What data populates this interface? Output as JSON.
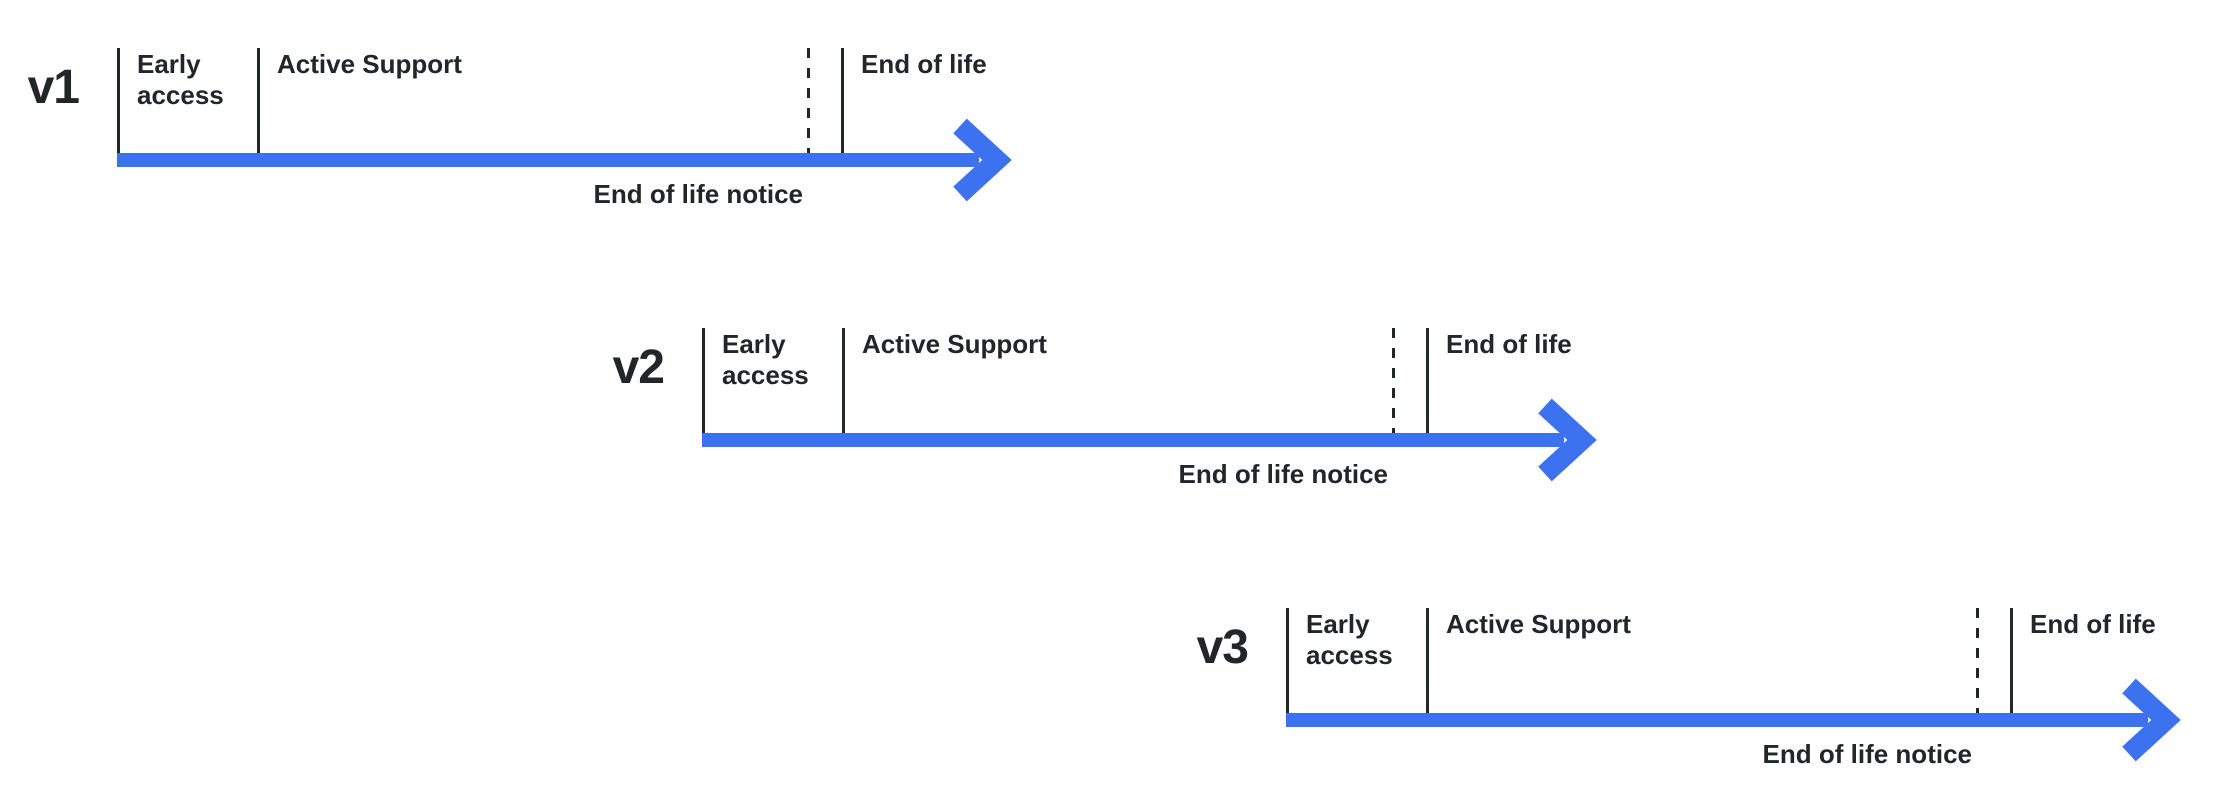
{
  "colors": {
    "arrow_blue": "#3C72F0",
    "ink": "#222529",
    "background": "#FFFFFF"
  },
  "timelines": [
    {
      "version": "v1",
      "early": "Early access",
      "active": "Active Support",
      "eol": "End of life",
      "notice": "End of life notice"
    },
    {
      "version": "v2",
      "early": "Early access",
      "active": "Active Support",
      "eol": "End of life",
      "notice": "End of life notice"
    },
    {
      "version": "v3",
      "early": "Early access",
      "active": "Active Support",
      "eol": "End of life",
      "notice": "End of life notice"
    }
  ]
}
